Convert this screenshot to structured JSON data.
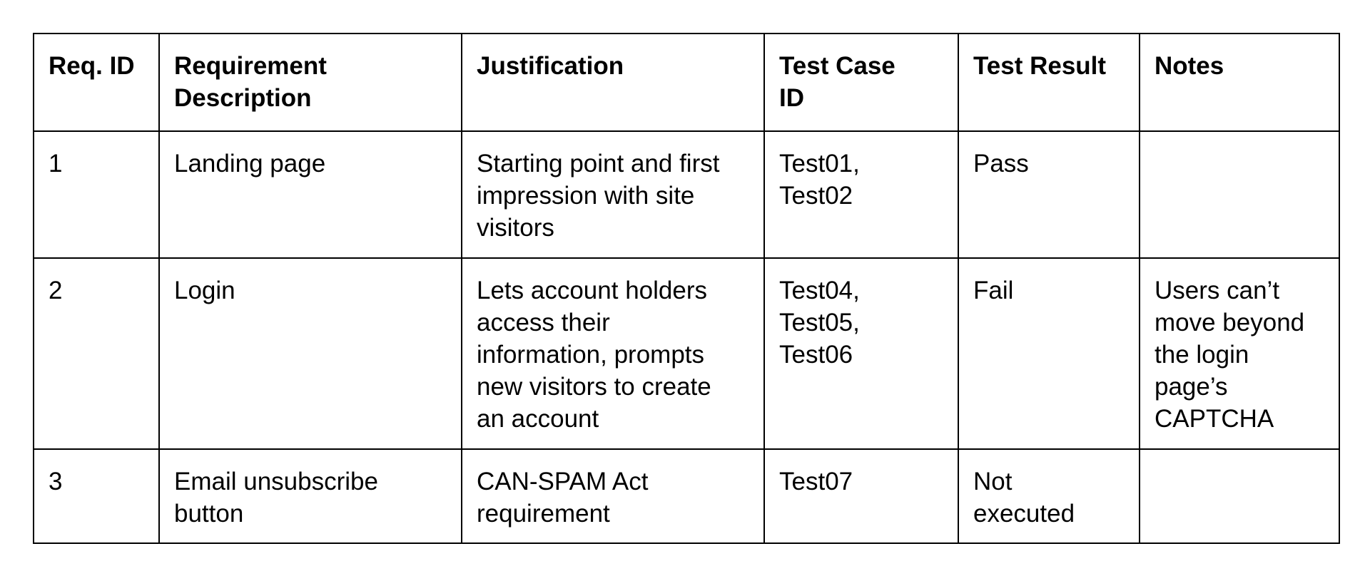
{
  "table": {
    "headers": [
      "Req. ID",
      "Requirement\nDescription",
      "Justification",
      "Test Case\nID",
      "Test Result",
      "Notes"
    ],
    "rows": [
      [
        "1",
        "Landing page",
        "Starting point and first\nimpression with site\nvisitors",
        "Test01,\nTest02",
        "Pass",
        ""
      ],
      [
        "2",
        "Login",
        "Lets account holders\naccess their\ninformation, prompts\nnew visitors to create\nan account",
        "Test04,\nTest05,\nTest06",
        "Fail",
        "Users can’t\nmove beyond\nthe login\npage’s\nCAPTCHA"
      ],
      [
        "3",
        "Email unsubscribe\nbutton",
        "CAN-SPAM Act\nrequirement",
        "Test07",
        "Not\nexecuted",
        ""
      ]
    ]
  }
}
